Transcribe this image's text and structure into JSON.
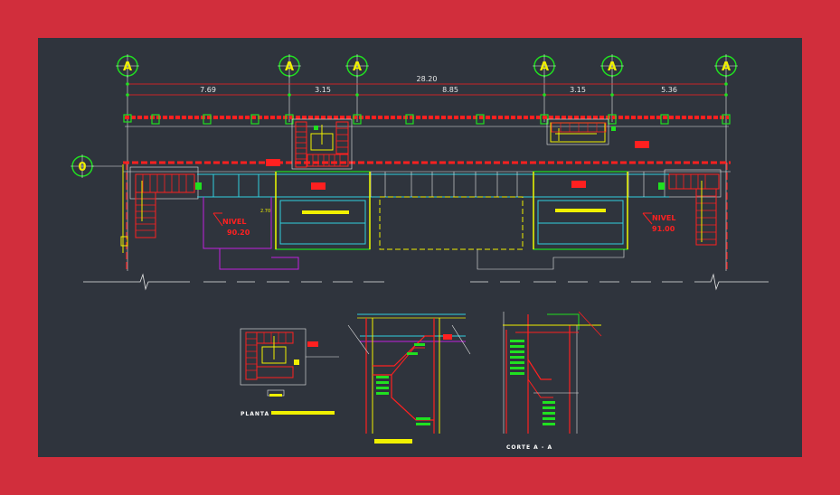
{
  "axes": {
    "top": [
      "A",
      "A",
      "A",
      "A",
      "A",
      "A"
    ],
    "left": "0"
  },
  "dimensions": {
    "overall": "28.20",
    "segments": [
      "7.69",
      "3.15",
      "8.85",
      "3.15",
      "5.36"
    ]
  },
  "levels": [
    {
      "word": "NIVEL",
      "value": "90.20"
    },
    {
      "word": "NIVEL",
      "value": "91.00"
    }
  ],
  "small_note": "2.70",
  "details": {
    "plan_label": "PLANTA",
    "section_label": "CORTE  A - A"
  },
  "colors": {
    "background": "#d12e3c",
    "drawing_area": "#2f343d",
    "cad_red": "#ff2020",
    "cad_green": "#20e020",
    "cad_yellow": "#f0f000",
    "cad_cyan": "#30d0e0",
    "cad_magenta": "#c020e0"
  }
}
